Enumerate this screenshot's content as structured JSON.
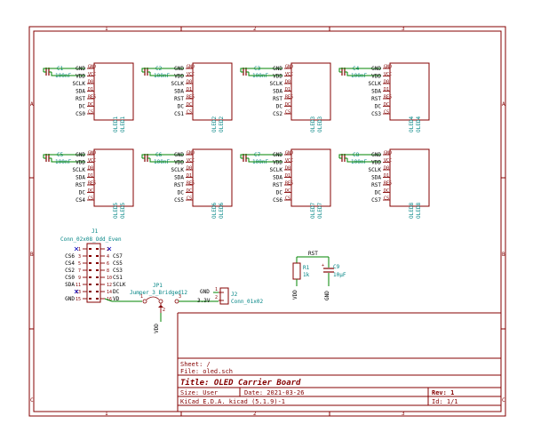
{
  "frame": {
    "col_labels": [
      "1",
      "2",
      "3"
    ],
    "row_labels": [
      "A",
      "B",
      "C"
    ]
  },
  "oled_pins": [
    {
      "name": "GND",
      "pin": "GND"
    },
    {
      "name": "VDD",
      "pin": "VCC"
    },
    {
      "name": "SCLK",
      "pin": "D0"
    },
    {
      "name": "SDA",
      "pin": "D1"
    },
    {
      "name": "RST",
      "pin": "RES"
    },
    {
      "name": "DC",
      "pin": "DC"
    }
  ],
  "oleds": [
    {
      "ref": "OLED1",
      "cap_ref": "C1",
      "cap_val": "100nF",
      "cs": "CS0",
      "cs_pin": "CS"
    },
    {
      "ref": "OLED2",
      "cap_ref": "C2",
      "cap_val": "100nF",
      "cs": "CS1",
      "cs_pin": "CS"
    },
    {
      "ref": "OLED3",
      "cap_ref": "C3",
      "cap_val": "100nF",
      "cs": "CS2",
      "cs_pin": "CS"
    },
    {
      "ref": "OLED4",
      "cap_ref": "C4",
      "cap_val": "100nF",
      "cs": "CS3",
      "cs_pin": "CS"
    },
    {
      "ref": "OLED5",
      "cap_ref": "C5",
      "cap_val": "100nF",
      "cs": "CS4",
      "cs_pin": "CS"
    },
    {
      "ref": "OLED6",
      "cap_ref": "C6",
      "cap_val": "100nF",
      "cs": "CS5",
      "cs_pin": "CS"
    },
    {
      "ref": "OLED7",
      "cap_ref": "C7",
      "cap_val": "100nF",
      "cs": "CS6",
      "cs_pin": "CS"
    },
    {
      "ref": "OLED8",
      "cap_ref": "C8",
      "cap_val": "100nF",
      "cs": "CS7",
      "cs_pin": "CS"
    }
  ],
  "j1": {
    "ref": "J1",
    "value": "Conn_02x08_Odd_Even",
    "rows": [
      {
        "l": "",
        "ln": "1",
        "rn": "2",
        "r": ""
      },
      {
        "l": "CS6",
        "ln": "3",
        "rn": "4",
        "r": "CS7"
      },
      {
        "l": "CS4",
        "ln": "5",
        "rn": "6",
        "r": "CS5"
      },
      {
        "l": "CS2",
        "ln": "7",
        "rn": "8",
        "r": "CS3"
      },
      {
        "l": "CS0",
        "ln": "9",
        "rn": "10",
        "r": "CS1"
      },
      {
        "l": "SDA",
        "ln": "11",
        "rn": "12",
        "r": "SCLK"
      },
      {
        "l": "",
        "ln": "13",
        "rn": "14",
        "r": "DC"
      },
      {
        "l": "GND",
        "ln": "15",
        "rn": "16",
        "r": "VD"
      }
    ]
  },
  "jp1": {
    "ref": "JP1",
    "value": "Jumper_3_Bridged12",
    "pin_a": "1",
    "pin_b": "2",
    "pin_c": "3",
    "net": "VDD"
  },
  "j2": {
    "ref": "J2",
    "value": "Conn_01x02",
    "pin1": "1",
    "pin2": "2",
    "net1": "GND",
    "net2": "3.3V"
  },
  "r1": {
    "ref": "R1",
    "value": "1k",
    "net_top": "RST",
    "net_bottom": "VDD"
  },
  "c9": {
    "ref": "C9",
    "value": "10µF",
    "net_bottom": "GND",
    "plus": "+"
  },
  "title_block": {
    "sheet": "Sheet: /",
    "file": "File: oled.sch",
    "title": "Title: OLED Carrier Board",
    "size": "Size: User",
    "date": "Date: 2021-03-26",
    "rev": "Rev: 1",
    "app": "KiCad E.D.A.  kicad (5.1.9)-1",
    "id": "Id: 1/1"
  }
}
